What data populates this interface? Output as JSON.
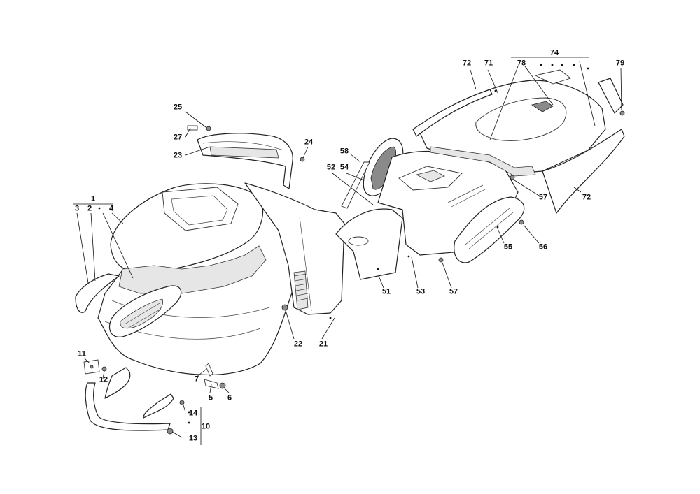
{
  "labels": {
    "l1": "1",
    "l2": "2",
    "l3": "3",
    "l4": "4",
    "l5": "5",
    "l6": "6",
    "l7": "7",
    "l10": "10",
    "l11": "11",
    "l12": "12",
    "l13": "13",
    "l14": "14",
    "l21": "21",
    "l22": "22",
    "l23": "23",
    "l24": "24",
    "l25": "25",
    "l27": "27",
    "l51": "51",
    "l52": "52",
    "l53": "53",
    "l54": "54",
    "l55": "55",
    "l56": "56",
    "l57a": "57",
    "l57b": "57",
    "l58": "58",
    "l71": "71",
    "l72a": "72",
    "l72b": "72",
    "l74": "74",
    "l78": "78",
    "l79": "79"
  }
}
